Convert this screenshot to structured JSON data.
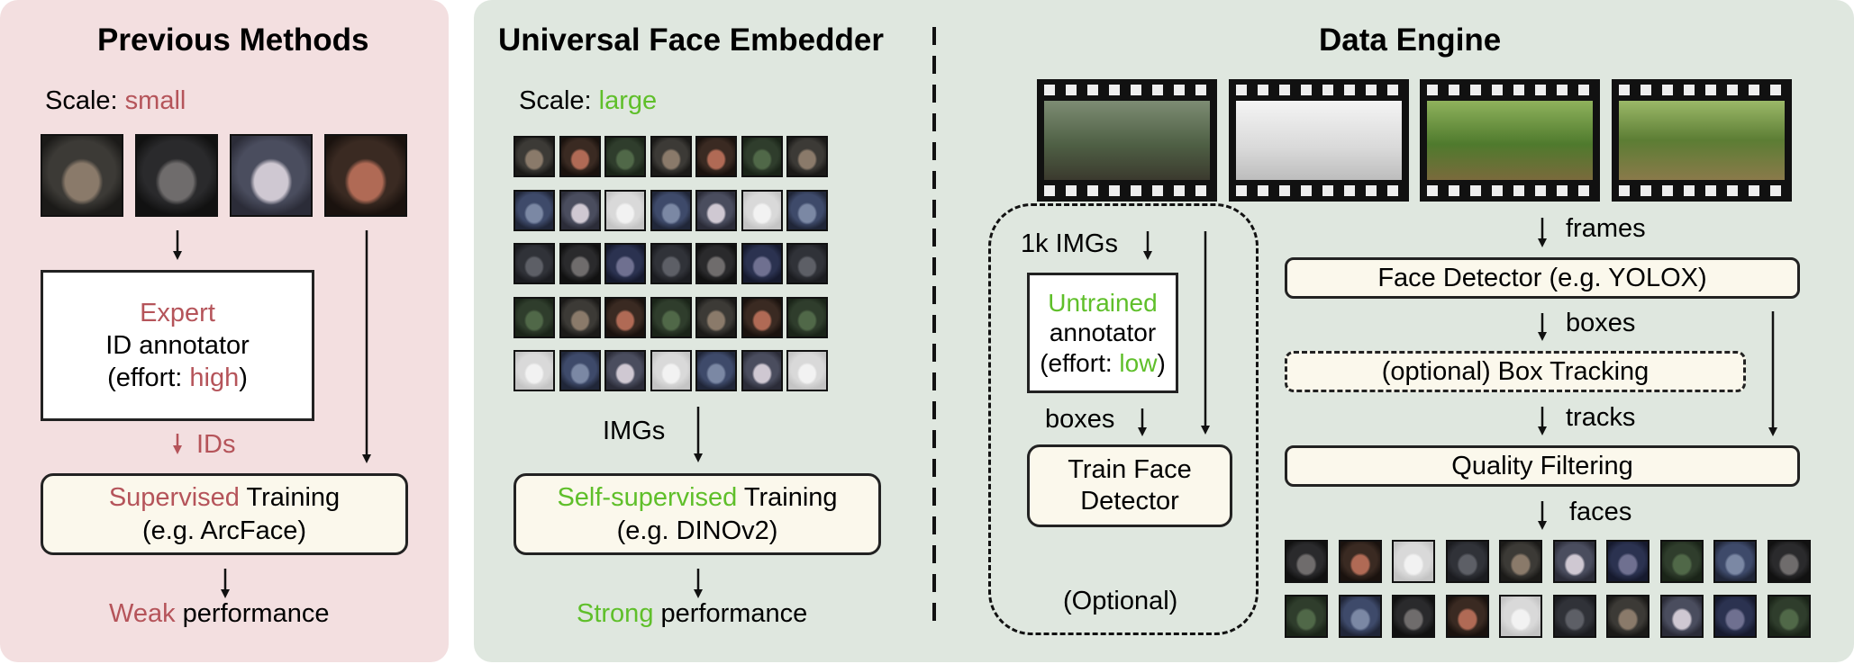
{
  "previous": {
    "title": "Previous Methods",
    "scale_label": "Scale:",
    "scale_value": "small",
    "expert_box": {
      "line1": "Expert",
      "line2": "ID annotator",
      "line3a": "(effort: ",
      "line3b": "high",
      "line3c": ")"
    },
    "ids_label": "IDs",
    "training_box": {
      "line1a": "Supervised",
      "line1b": " Training",
      "line2": "(e.g. ArcFace)"
    },
    "result_a": "Weak",
    "result_b": " performance"
  },
  "embedder": {
    "title": "Universal Face Embedder",
    "scale_label": "Scale:",
    "scale_value": "large",
    "imgs_label": "IMGs",
    "training_box": {
      "line1a": "Self-supervised",
      "line1b": " Training",
      "line2": "(e.g. DINOv2)"
    },
    "result_a": "Strong",
    "result_b": " performance"
  },
  "engine": {
    "title": "Data Engine",
    "imgs_label": "1k IMGs",
    "annotator_box": {
      "line1": "Untrained",
      "line2": "annotator",
      "line3a": "(effort: ",
      "line3b": "low",
      "line3c": ")"
    },
    "boxes_left": "boxes",
    "train_box": {
      "line1": "Train Face",
      "line2": "Detector"
    },
    "optional": "(Optional)",
    "frames_label": "frames",
    "detector_box": "Face Detector (e.g. YOLOX)",
    "boxes_label": "boxes",
    "tracking_box": "(optional) Box Tracking",
    "tracks_label": "tracks",
    "filter_box": "Quality Filtering",
    "faces_label": "faces"
  },
  "colors": {
    "accent_red": "#b5545a",
    "accent_green": "#5fbf2a",
    "left_bg": "#f3dfe0",
    "right_bg": "#dfe7df",
    "box_fill": "#fbf8ec"
  },
  "icons": [
    "arrow-down-icon",
    "chimp-face-photo",
    "film-strip-icon"
  ]
}
